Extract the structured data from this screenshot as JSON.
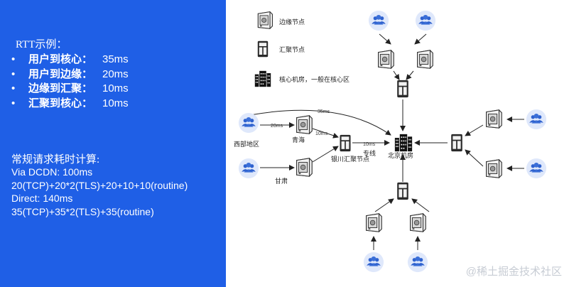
{
  "rtt": {
    "title": "RTT示例：",
    "items": [
      {
        "label": "用户到核心：",
        "value": "35ms"
      },
      {
        "label": "用户到边缘：",
        "value": "20ms"
      },
      {
        "label": "边缘到汇聚：",
        "value": "10ms"
      },
      {
        "label": "汇聚到核心：",
        "value": "10ms"
      }
    ]
  },
  "calc": {
    "title": "常规请求耗时计算:",
    "lines": [
      "Via DCDN: 100ms",
      "20(TCP)+20*2(TLS)+20+10+10(routine)",
      "Direct: 140ms",
      "35(TCP)+35*2(TLS)+35(routine)"
    ]
  },
  "legend": {
    "edge": "边缘节点",
    "agg": "汇聚节点",
    "core": "核心机房，一般在核心区"
  },
  "nodes": {
    "west": "西部地区",
    "qinghai": "青海",
    "gansu": "甘肃",
    "yinchuan": "银川汇聚节点",
    "beijing": "北京机房",
    "line": "专线"
  },
  "links": {
    "ms35": "35ms",
    "ms20": "20ms",
    "ms10a": "10ms",
    "ms10b": "10ms"
  },
  "watermark": "@稀土掘金技术社区",
  "colors": {
    "left_bg": "#1f5fe6",
    "user": "#3b6fd8",
    "line": "#222222"
  }
}
